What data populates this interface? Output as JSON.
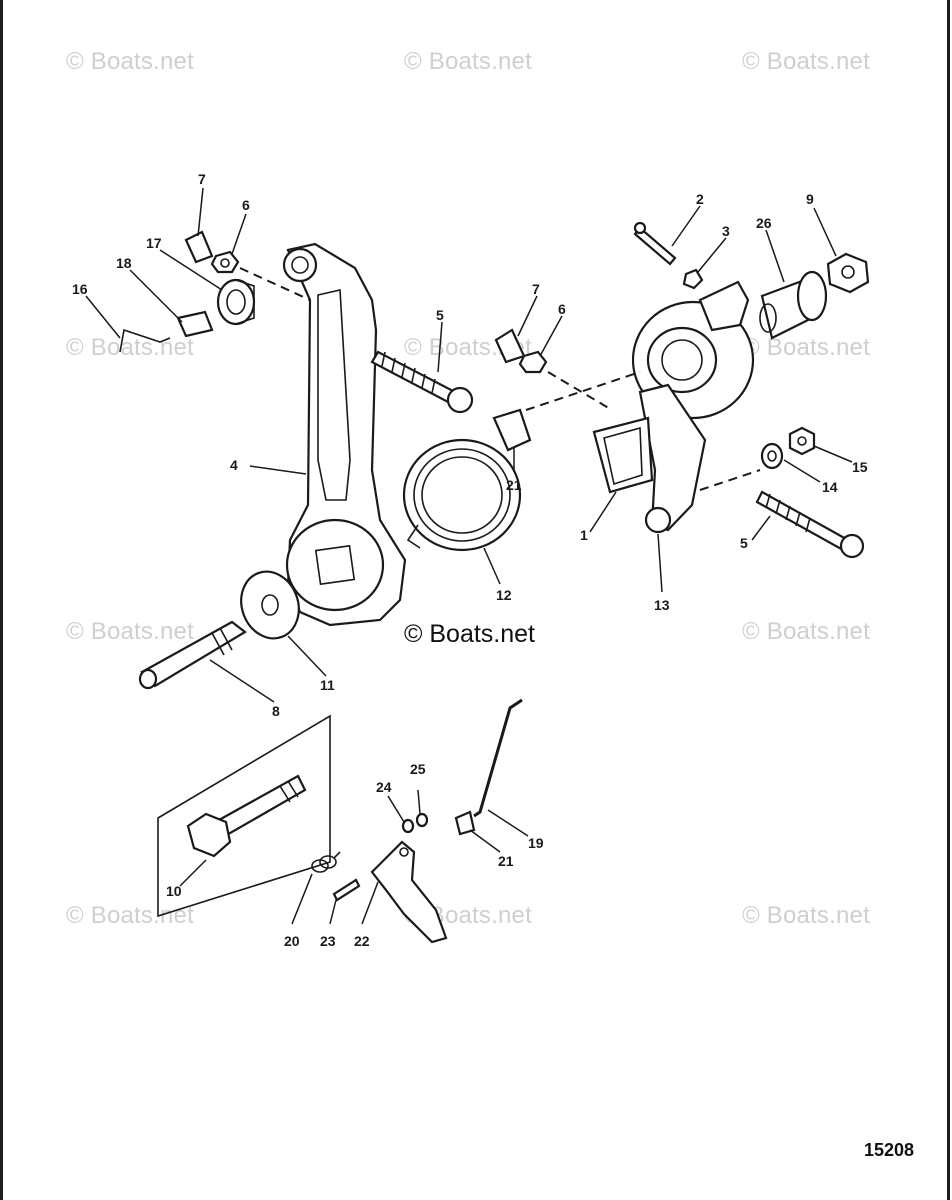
{
  "watermark": "© Boats.net",
  "figure_number": "15208",
  "callouts": {
    "c1": "1",
    "c2": "2",
    "c3": "3",
    "c4": "4",
    "c5a": "5",
    "c5b": "5",
    "c6a": "6",
    "c6b": "6",
    "c7a": "7",
    "c7b": "7",
    "c8": "8",
    "c9": "9",
    "c10": "10",
    "c11": "11",
    "c12": "12",
    "c13": "13",
    "c14": "14",
    "c15": "15",
    "c16": "16",
    "c17": "17",
    "c18": "18",
    "c19": "19",
    "c20": "20",
    "c21a": "21",
    "c21b": "21",
    "c22": "22",
    "c23": "23",
    "c24": "24",
    "c25": "25",
    "c26": "26"
  }
}
